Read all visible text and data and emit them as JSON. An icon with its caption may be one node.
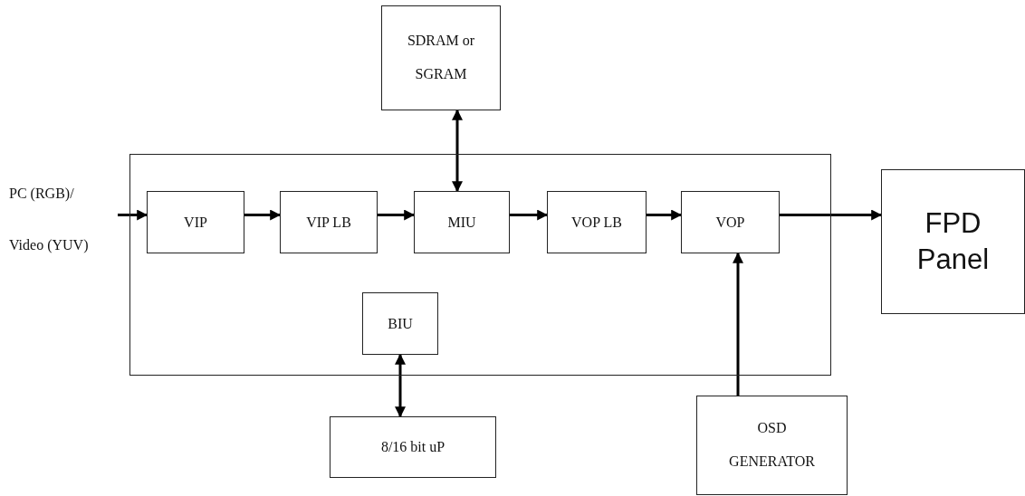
{
  "diagram": {
    "nodes": [
      {
        "text": [
          "PC (RGB)/",
          "Video (YUV)"
        ]
      },
      {
        "text": [
          "SDRAM or SGRAM"
        ]
      },
      {
        "text": [],
        "shape": "box"
      },
      {
        "text": [
          "VIP"
        ],
        "in": 2
      },
      {
        "text": [
          "VIP LB"
        ],
        "in": 2
      },
      {
        "text": [
          "MIU"
        ],
        "in": 2
      },
      {
        "text": [
          "VOP LB"
        ],
        "in": 2
      },
      {
        "text": [
          "VOP"
        ],
        "in": 2
      },
      {
        "text": [
          "BIU"
        ],
        "in": 2
      },
      {
        "text": [
          "8/16 bit uP"
        ]
      },
      {
        "text": [
          "OSD GENERATOR"
        ]
      },
      {
        "text": [
          "FPD Panel"
        ]
      }
    ],
    "edges": [
      {
        "from": 0,
        "to": 3,
        "arrow": "to"
      },
      {
        "from": 3,
        "to": 4,
        "arrow": "to"
      },
      {
        "from": 4,
        "to": 5,
        "arrow": "to"
      },
      {
        "from": 5,
        "to": 6,
        "arrow": "to"
      },
      {
        "from": 6,
        "to": 7,
        "arrow": "to"
      },
      {
        "from": 7,
        "to": 11,
        "arrow": "to"
      },
      {
        "from": 5,
        "to": 1,
        "arrow": "both"
      },
      {
        "from": 8,
        "to": 9,
        "arrow": "both"
      },
      {
        "from": 10,
        "to": 7,
        "arrow": "to"
      }
    ]
  }
}
